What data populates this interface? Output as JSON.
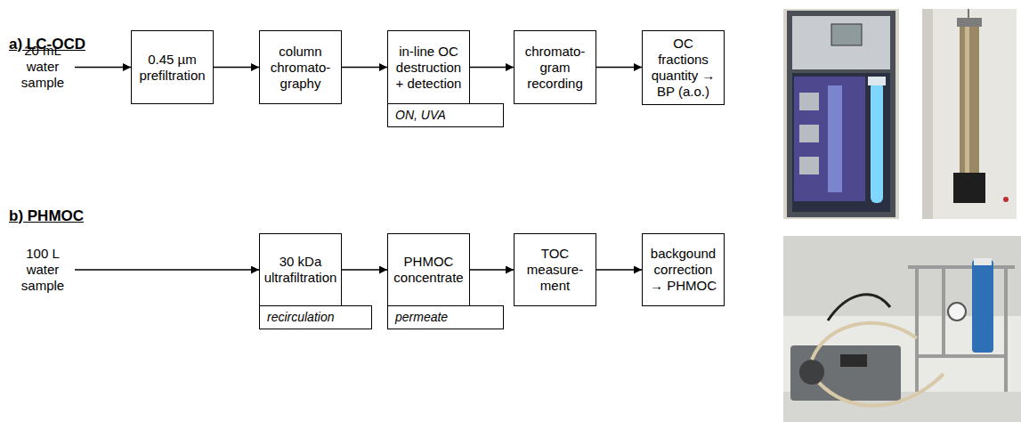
{
  "diagram": {
    "nodes": [
      {
        "text": [
          "20 mL water sample"
        ]
      },
      {
        "text": [
          "0.45 µm prefiltration"
        ]
      },
      {
        "text": [
          "column chromato- graphy"
        ]
      },
      {
        "text": [
          "in-line OC destruction + detection"
        ]
      },
      {
        "text": [
          "ON, UVA"
        ]
      },
      {
        "text": [
          "chromato- gram recording"
        ]
      },
      {
        "text": [
          "OC fractions quantity → BP (a.o.)"
        ]
      },
      {
        "text": [
          "100 L water sample"
        ]
      },
      {
        "text": [
          "30 kDa ultrafiltration"
        ]
      },
      {
        "text": [
          "recirculation"
        ]
      },
      {
        "text": [
          "PHMOC concentrate"
        ]
      },
      {
        "text": [
          "permeate"
        ]
      },
      {
        "text": [
          "TOC measure- ment"
        ]
      },
      {
        "text": [
          "backgound correction → PHMOC"
        ]
      }
    ],
    "edges": [
      {
        "from": 0,
        "to": 1,
        "arrow": "to"
      },
      {
        "from": 1,
        "to": 2,
        "arrow": "to"
      },
      {
        "from": 2,
        "to": 3,
        "arrow": "to"
      },
      {
        "from": 3,
        "to": 5,
        "arrow": "to"
      },
      {
        "from": 5,
        "to": 6,
        "arrow": "to"
      },
      {
        "from": 7,
        "to": 8,
        "arrow": "to"
      },
      {
        "from": 8,
        "to": 10,
        "arrow": "to"
      },
      {
        "from": 10,
        "to": 12,
        "arrow": "to"
      },
      {
        "from": 12,
        "to": 13,
        "arrow": "to"
      }
    ],
    "labels": [
      "a) LC-OCD",
      "b) PHMOC"
    ]
  }
}
